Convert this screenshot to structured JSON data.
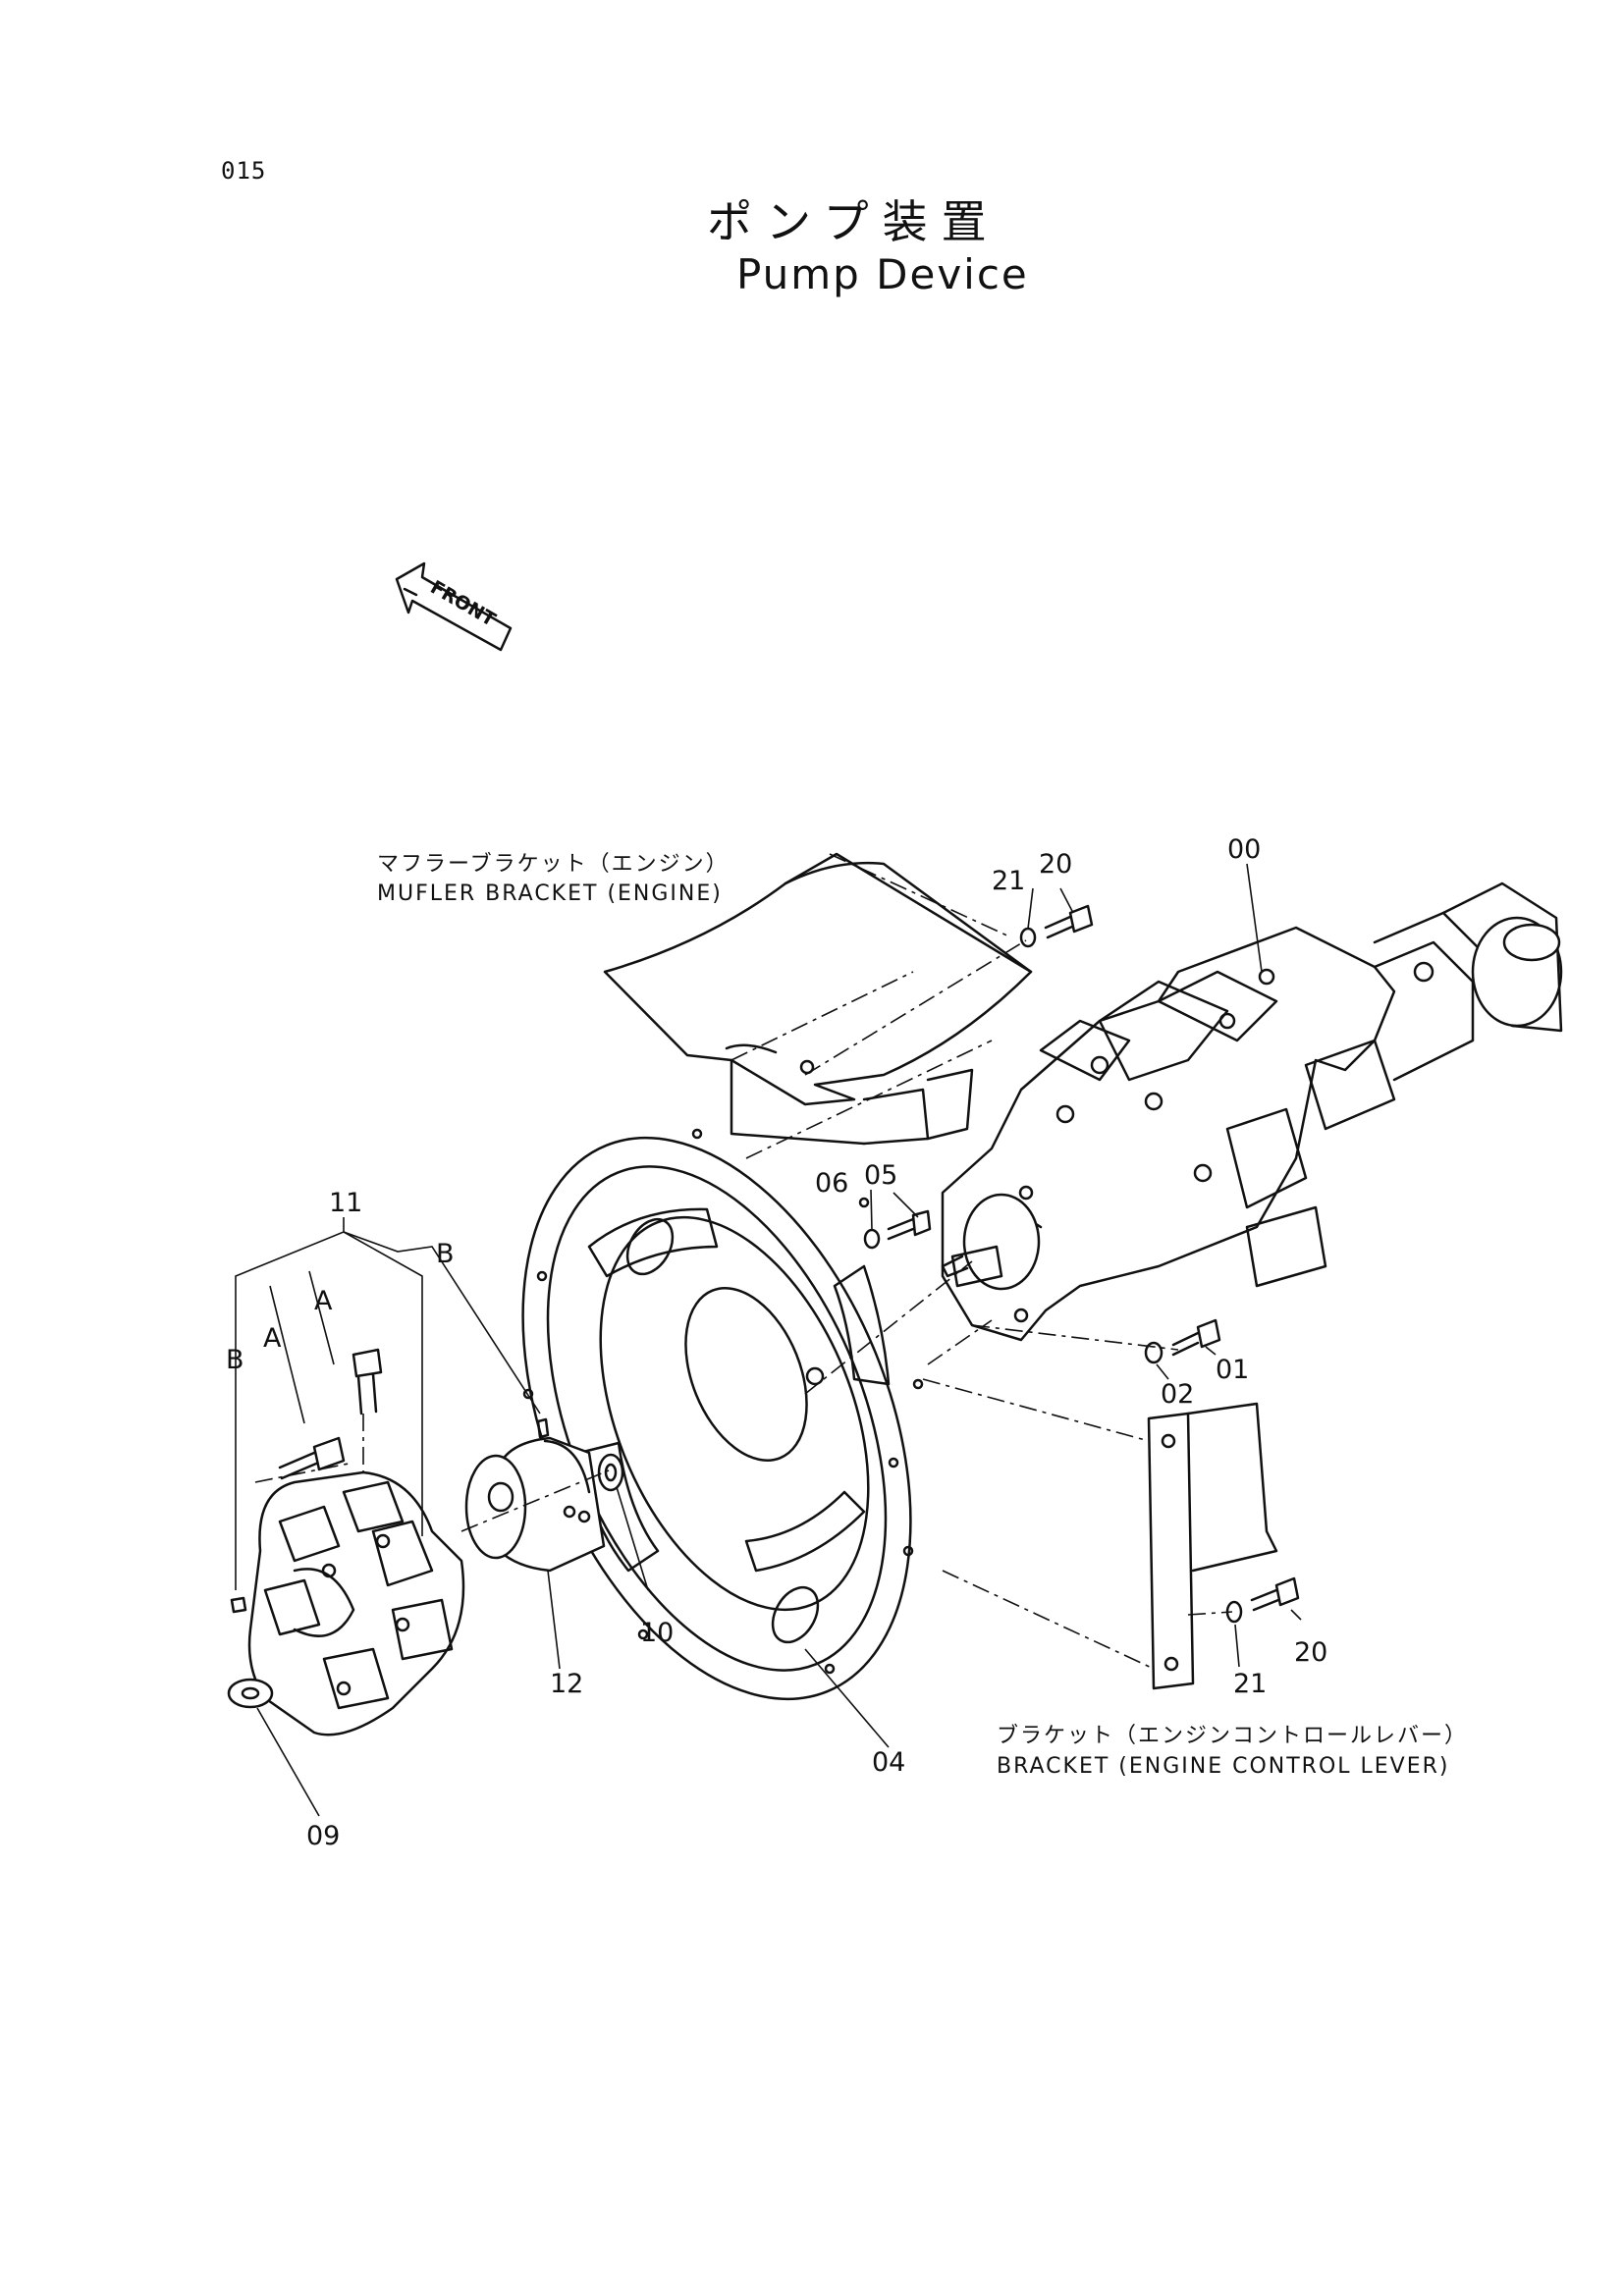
{
  "page_number": "015",
  "title_jp": "ポンプ装置",
  "title_en": "Pump Device",
  "front_marker": "FRONT",
  "labels": {
    "muffler_bracket_jp": "マフラーブラケット（エンジン）",
    "muffler_bracket_en": "MUFLER BRACKET (ENGINE)",
    "control_bracket_jp": "ブラケット（エンジンコントロールレバー）",
    "control_bracket_en": "BRACKET (ENGINE CONTROL LEVER)"
  },
  "callouts": {
    "c00": "00",
    "c20_top": "20",
    "c21_top": "21",
    "c06": "06",
    "c05": "05",
    "c01": "01",
    "c02": "02",
    "c11": "11",
    "cB_left": "B",
    "cA_left": "A",
    "cA_mid": "A",
    "cB_mid": "B",
    "c10": "10",
    "c12": "12",
    "c04": "04",
    "c09": "09",
    "c20_bot": "20",
    "c21_bot": "21"
  }
}
